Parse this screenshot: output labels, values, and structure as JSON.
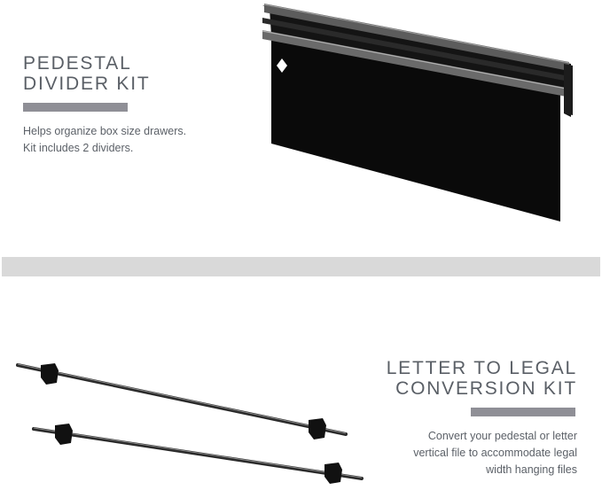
{
  "pedestal_kit": {
    "title_lines": [
      "PEDESTAL",
      "DIVIDER KIT"
    ],
    "description_lines": [
      "Helps organize box size drawers.",
      "Kit includes 2 dividers."
    ]
  },
  "conversion_kit": {
    "title_lines": [
      "LETTER TO LEGAL",
      "CONVERSION KIT"
    ],
    "description_lines": [
      "Convert your pedestal or letter",
      "vertical file to accommodate legal",
      "width hanging files"
    ]
  },
  "colors": {
    "title_text": "#5a5f66",
    "accent_bar": "#8f8f96",
    "divider_band": "#d9d9d9",
    "product_black": "#0a0a0a"
  },
  "icons": {
    "divider_product": "pedestal-divider-product-icon",
    "rail_product": "conversion-rail-product-icon"
  }
}
